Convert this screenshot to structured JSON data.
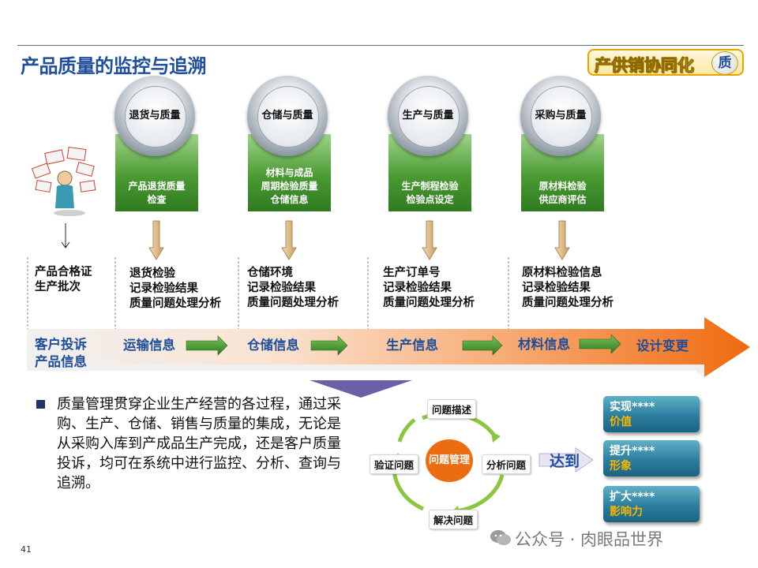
{
  "title": "产品质量的监控与追溯",
  "badge": {
    "label": "产供销协同化",
    "circle": "质"
  },
  "colors": {
    "title_blue": "#1f4f9a",
    "stage_green": "#4a9a32",
    "flow_orange": "#f06a10",
    "arrow_tan": "#d8b27a",
    "goal_teal": "#2a7d9e",
    "goal_gold": "#f5b400",
    "cycle_green": "#8cc63f",
    "cycle_orange": "#ec6c12"
  },
  "stages": [
    {
      "circle_label": "退货与质量",
      "box_lines": [
        "产品退货质量",
        "检查"
      ]
    },
    {
      "circle_label": "仓储与质量",
      "box_lines": [
        "材料与成品",
        "周期检验质量",
        "仓储信息"
      ]
    },
    {
      "circle_label": "生产与质量",
      "box_lines": [
        "生产制程检验",
        "检验点设定"
      ]
    },
    {
      "circle_label": "采购与质量",
      "box_lines": [
        "原材料检验",
        "供应商评估"
      ]
    }
  ],
  "info_columns": [
    [
      "产品合格证",
      "生产批次"
    ],
    [
      "退货检验",
      "记录检验结果",
      "质量问题处理分析"
    ],
    [
      "仓储环境",
      "记录检验结果",
      "质量问题处理分析"
    ],
    [
      "生产订单号",
      "记录检验结果",
      "质量问题处理分析"
    ],
    [
      "原材料检验信息",
      "记录检验结果",
      "质量问题处理分析"
    ]
  ],
  "flow_labels": {
    "customer": [
      "客户投诉",
      "产品信息"
    ],
    "transport": "运输信息",
    "storage": "仓储信息",
    "production": "生产信息",
    "material": "材料信息",
    "design": "设计变更"
  },
  "paragraph": "质量管理贯穿企业生产经营的各过程，通过采购、生产、仓储、销售与质量的集成，无论是从采购入库到产成品生产完成，还是客户质量投诉，均可在系统中进行监控、分析、查询与追溯。",
  "cycle": {
    "center": "问题管理",
    "top": "问题描述",
    "right": "分析问题",
    "bottom": "解决问题",
    "left": "验证问题"
  },
  "reach_label": "达到",
  "goals": [
    {
      "line1": "实现****",
      "line2": "价值"
    },
    {
      "line1": "提升****",
      "line2": "形象"
    },
    {
      "line1": "扩大****",
      "line2": "影响力"
    }
  ],
  "page_number": "41",
  "watermark": "公众号 · 肉眼品世界"
}
